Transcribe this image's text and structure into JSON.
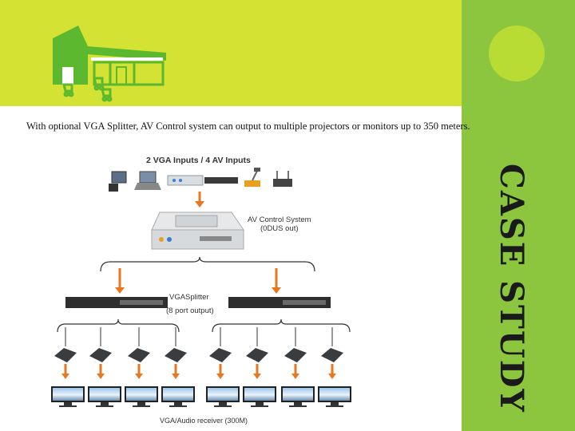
{
  "slide": {
    "caption": "With optional VGA Splitter, AV Control system can output to multiple projectors or monitors up to 350 meters.",
    "side_title": "CASE STUDY",
    "colors": {
      "header_band": "#d4e233",
      "side_panel": "#8cc63f",
      "arrow": "#e87722",
      "logo": "#5cb82e"
    }
  },
  "diagram": {
    "inputs_label": "2 VGA Inputs / 4 AV Inputs",
    "control_label_1": "AV Control System",
    "control_label_2": "(0DUS out)",
    "splitter_label_1": "VGASplitter",
    "splitter_label_2": "(8 port output)",
    "receiver_label": "VGA/Audio receiver (300M)"
  }
}
